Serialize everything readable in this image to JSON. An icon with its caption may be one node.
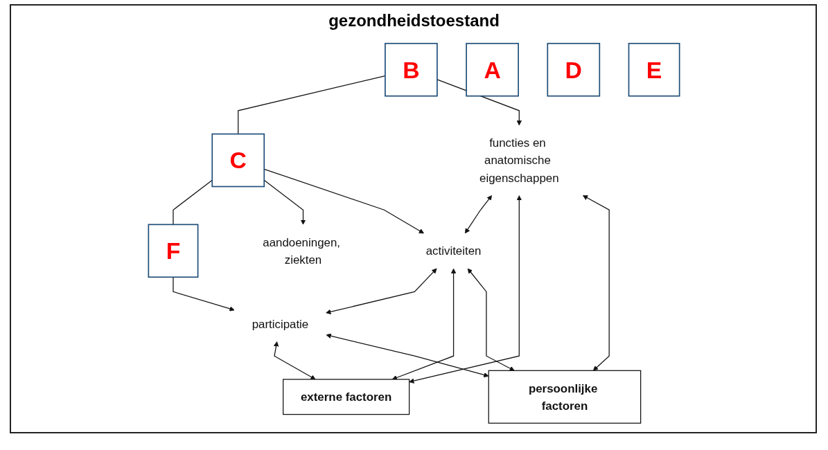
{
  "diagram": {
    "title": "gezondheidstoestand",
    "nodes": [
      {
        "text": [
          "A"
        ]
      },
      {
        "text": [
          "aandoeningen, ziekten"
        ]
      },
      {
        "text": [
          "B"
        ]
      },
      {
        "text": [
          "C"
        ]
      },
      {
        "text": [
          "F"
        ]
      },
      {
        "text": [
          "functies en anatomische eigenschappen"
        ]
      },
      {
        "text": [
          "activiteiten"
        ]
      },
      {
        "text": [
          "participatie"
        ]
      },
      {
        "text": [
          "externe factoren"
        ]
      },
      {
        "text": [
          "persoonlijke factoren"
        ]
      },
      {
        "text": [
          "D"
        ]
      },
      {
        "text": [
          "E"
        ]
      }
    ],
    "edges": [
      {
        "from": 2,
        "to": 3,
        "arrow": "none"
      },
      {
        "from": 3,
        "to": 4,
        "arrow": "none"
      },
      {
        "from": 3,
        "to": 1,
        "arrow": "to"
      },
      {
        "from": 3,
        "to": 6,
        "arrow": "to"
      },
      {
        "from": 2,
        "to": 5,
        "arrow": "to"
      },
      {
        "from": 4,
        "to": 7,
        "arrow": "to"
      },
      {
        "from": 5,
        "to": 6,
        "arrow": "both"
      },
      {
        "from": 6,
        "to": 7,
        "arrow": "both"
      },
      {
        "from": 8,
        "to": 5,
        "arrow": "both"
      },
      {
        "from": 8,
        "to": 6,
        "arrow": "both"
      },
      {
        "from": 8,
        "to": 7,
        "arrow": "both"
      },
      {
        "from": 9,
        "to": 5,
        "arrow": "both"
      },
      {
        "from": 9,
        "to": 6,
        "arrow": "both"
      },
      {
        "from": 9,
        "to": 7,
        "arrow": "both"
      }
    ]
  }
}
